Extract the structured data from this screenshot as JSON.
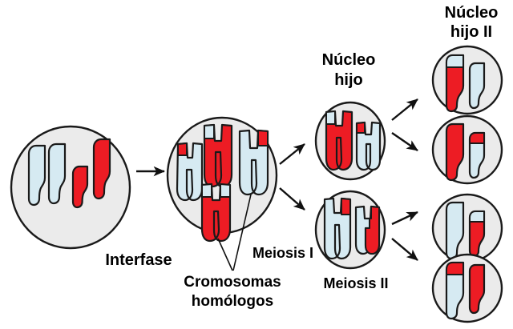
{
  "diagram": {
    "title": "Meiosis (Spanish-labeled schematic)",
    "colors": {
      "chromosome_red": "#ED1C24",
      "chromosome_blue": "#D6EAF2",
      "cell_fill": "#EBEBEB",
      "outline": "#1A1A1A",
      "background": "#FFFFFF",
      "text": "#000000"
    },
    "labels": {
      "interfase": "Interfase",
      "cromosomas_homologos_line1": "Cromosomas",
      "cromosomas_homologos_line2": "homólogos",
      "meiosis_i": "Meiosis I",
      "meiosis_ii": "Meiosis II",
      "nucleo_hijo_line1": "Núcleo",
      "nucleo_hijo_line2": "hijo",
      "nucleo_hijo_ii_line1": "Núcleo",
      "nucleo_hijo_ii_line2": "hijo II"
    },
    "stages": [
      {
        "id": "interphase",
        "label": "Interfase",
        "cell_count": 1,
        "chromosome_form": "unreplicated single chromatid",
        "chromosomes": [
          {
            "name": "long-blue",
            "color": "blue",
            "length": "long"
          },
          {
            "name": "long-blue-2",
            "color": "blue",
            "length": "long"
          },
          {
            "name": "short-red",
            "color": "red",
            "length": "short"
          },
          {
            "name": "long-red",
            "color": "red",
            "length": "long"
          }
        ]
      },
      {
        "id": "meiosis-i",
        "label": "Meiosis I",
        "cell_count": 1,
        "chromosome_form": "replicated X-shaped homologous pairs with crossover",
        "annotation": "Cromosomas homólogos",
        "chromosomes": [
          {
            "name": "short-pair-blue",
            "color": "blue-with-red-arm",
            "length": "short"
          },
          {
            "name": "long-pair-red-top",
            "color": "red-with-blue-arm",
            "length": "long"
          },
          {
            "name": "long-pair-red",
            "color": "red",
            "length": "long"
          },
          {
            "name": "long-pair-blue",
            "color": "blue-with-red-arm",
            "length": "long"
          }
        ]
      },
      {
        "id": "nucleo-hijo",
        "label": "Núcleo hijo",
        "cell_count": 2,
        "chromosome_form": "replicated X-shaped, one set per daughter nucleus",
        "cells": [
          {
            "name": "daughter-nucleus-top",
            "chromosomes": [
              {
                "name": "long-red-blue-tip",
                "length": "long"
              },
              {
                "name": "short-blue-red-tip",
                "length": "short"
              }
            ]
          },
          {
            "name": "daughter-nucleus-bottom",
            "chromosomes": [
              {
                "name": "long-blue-red-arm",
                "length": "long"
              },
              {
                "name": "short-blue-red-half",
                "length": "short"
              }
            ]
          }
        ]
      },
      {
        "id": "nucleo-hijo-ii",
        "label": "Núcleo hijo II",
        "cell_count": 4,
        "chromosome_form": "single chromatid, haploid gametes",
        "cells": [
          {
            "name": "gamete-1",
            "chromosomes": [
              {
                "name": "long-red-blue-tip",
                "length": "long"
              },
              {
                "name": "short-blue",
                "length": "short"
              }
            ]
          },
          {
            "name": "gamete-2",
            "chromosomes": [
              {
                "name": "long-red",
                "length": "long"
              },
              {
                "name": "short-blue-red-tip",
                "length": "short"
              }
            ]
          },
          {
            "name": "gamete-3",
            "chromosomes": [
              {
                "name": "long-blue",
                "length": "long"
              },
              {
                "name": "short-red-blue-tip",
                "length": "short"
              }
            ]
          },
          {
            "name": "gamete-4",
            "chromosomes": [
              {
                "name": "long-blue-red-tip",
                "length": "long"
              },
              {
                "name": "short-red",
                "length": "short"
              }
            ]
          }
        ]
      }
    ],
    "arrows": [
      {
        "name": "arrow-interphase-to-meiosis-i",
        "direction": "right"
      },
      {
        "name": "arrow-meiosis-i-to-daughter-top",
        "direction": "up-right"
      },
      {
        "name": "arrow-meiosis-i-to-daughter-bottom",
        "direction": "down-right"
      },
      {
        "name": "arrow-daughter-top-to-gamete-1",
        "direction": "up-right"
      },
      {
        "name": "arrow-daughter-top-to-gamete-2",
        "direction": "down-right"
      },
      {
        "name": "arrow-daughter-bottom-to-gamete-3",
        "direction": "up-right"
      },
      {
        "name": "arrow-daughter-bottom-to-gamete-4",
        "direction": "down-right"
      }
    ]
  }
}
